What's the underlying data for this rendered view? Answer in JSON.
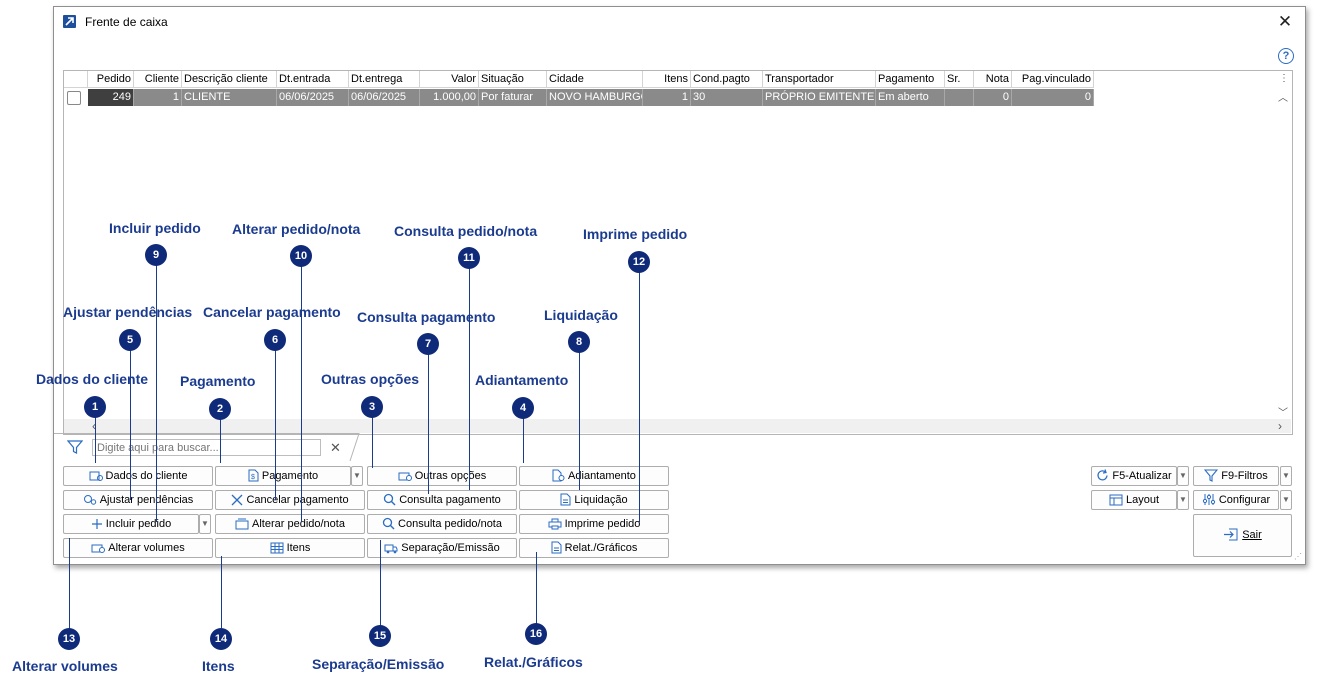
{
  "window": {
    "title": "Frente de caixa",
    "close": "✕",
    "help": "?"
  },
  "grid": {
    "headers": [
      "Pedido",
      "Cliente",
      "Descrição cliente",
      "Dt.entrada",
      "Dt.entrega",
      "Valor",
      "Situação",
      "Cidade",
      "Itens",
      "Cond.pagto",
      "Transportador",
      "Pagamento",
      "Sr.",
      "Nota",
      "Pag.vinculado"
    ],
    "row": [
      "249",
      "1",
      "CLIENTE",
      "06/06/2025",
      "06/06/2025",
      "1.000,00",
      "Por faturar",
      "NOVO HAMBURGO",
      "1",
      "30",
      "PRÓPRIO EMITENTE",
      "Em aberto",
      "",
      "0",
      "0"
    ]
  },
  "search": {
    "placeholder": "Digite aqui para buscar..."
  },
  "buttons": {
    "dados_cliente": "Dados do cliente",
    "pagamento": "Pagamento",
    "outras_opcoes": "Outras opções",
    "adiantamento": "Adiantamento",
    "ajustar_pendencias": "Ajustar pendências",
    "cancelar_pagamento": "Cancelar pagamento",
    "consulta_pagamento": "Consulta pagamento",
    "liquidacao": "Liquidação",
    "incluir_pedido": "Incluir pedido",
    "alterar_pedido_nota": "Alterar pedido/nota",
    "consulta_pedido_nota": "Consulta pedido/nota",
    "imprime_pedido": "Imprime pedido",
    "alterar_volumes": "Alterar volumes",
    "itens": "Itens",
    "separacao_emissao": "Separação/Emissão",
    "relat_graficos": "Relat./Gráficos",
    "f5_atualizar": "F5-Atualizar",
    "f9_filtros": "F9-Filtros",
    "layout": "Layout",
    "configurar": "Configurar",
    "sair": "Sair"
  },
  "annotations": [
    {
      "n": "1",
      "label": "Dados do cliente"
    },
    {
      "n": "2",
      "label": "Pagamento"
    },
    {
      "n": "3",
      "label": "Outras opções"
    },
    {
      "n": "4",
      "label": "Adiantamento"
    },
    {
      "n": "5",
      "label": "Ajustar pendências"
    },
    {
      "n": "6",
      "label": "Cancelar pagamento"
    },
    {
      "n": "7",
      "label": "Consulta pagamento"
    },
    {
      "n": "8",
      "label": "Liquidação"
    },
    {
      "n": "9",
      "label": "Incluir pedido"
    },
    {
      "n": "10",
      "label": "Alterar pedido/nota"
    },
    {
      "n": "11",
      "label": "Consulta pedido/nota"
    },
    {
      "n": "12",
      "label": "Imprime pedido"
    },
    {
      "n": "13",
      "label": "Alterar volumes"
    },
    {
      "n": "14",
      "label": "Itens"
    },
    {
      "n": "15",
      "label": "Separação/Emissão"
    },
    {
      "n": "16",
      "label": "Relat./Gráficos"
    }
  ],
  "colors": {
    "annotation": "#1b3b8f",
    "badge": "#0f2a78",
    "row_selected": "#8a8a8a",
    "accent": "#2b6cc4"
  }
}
